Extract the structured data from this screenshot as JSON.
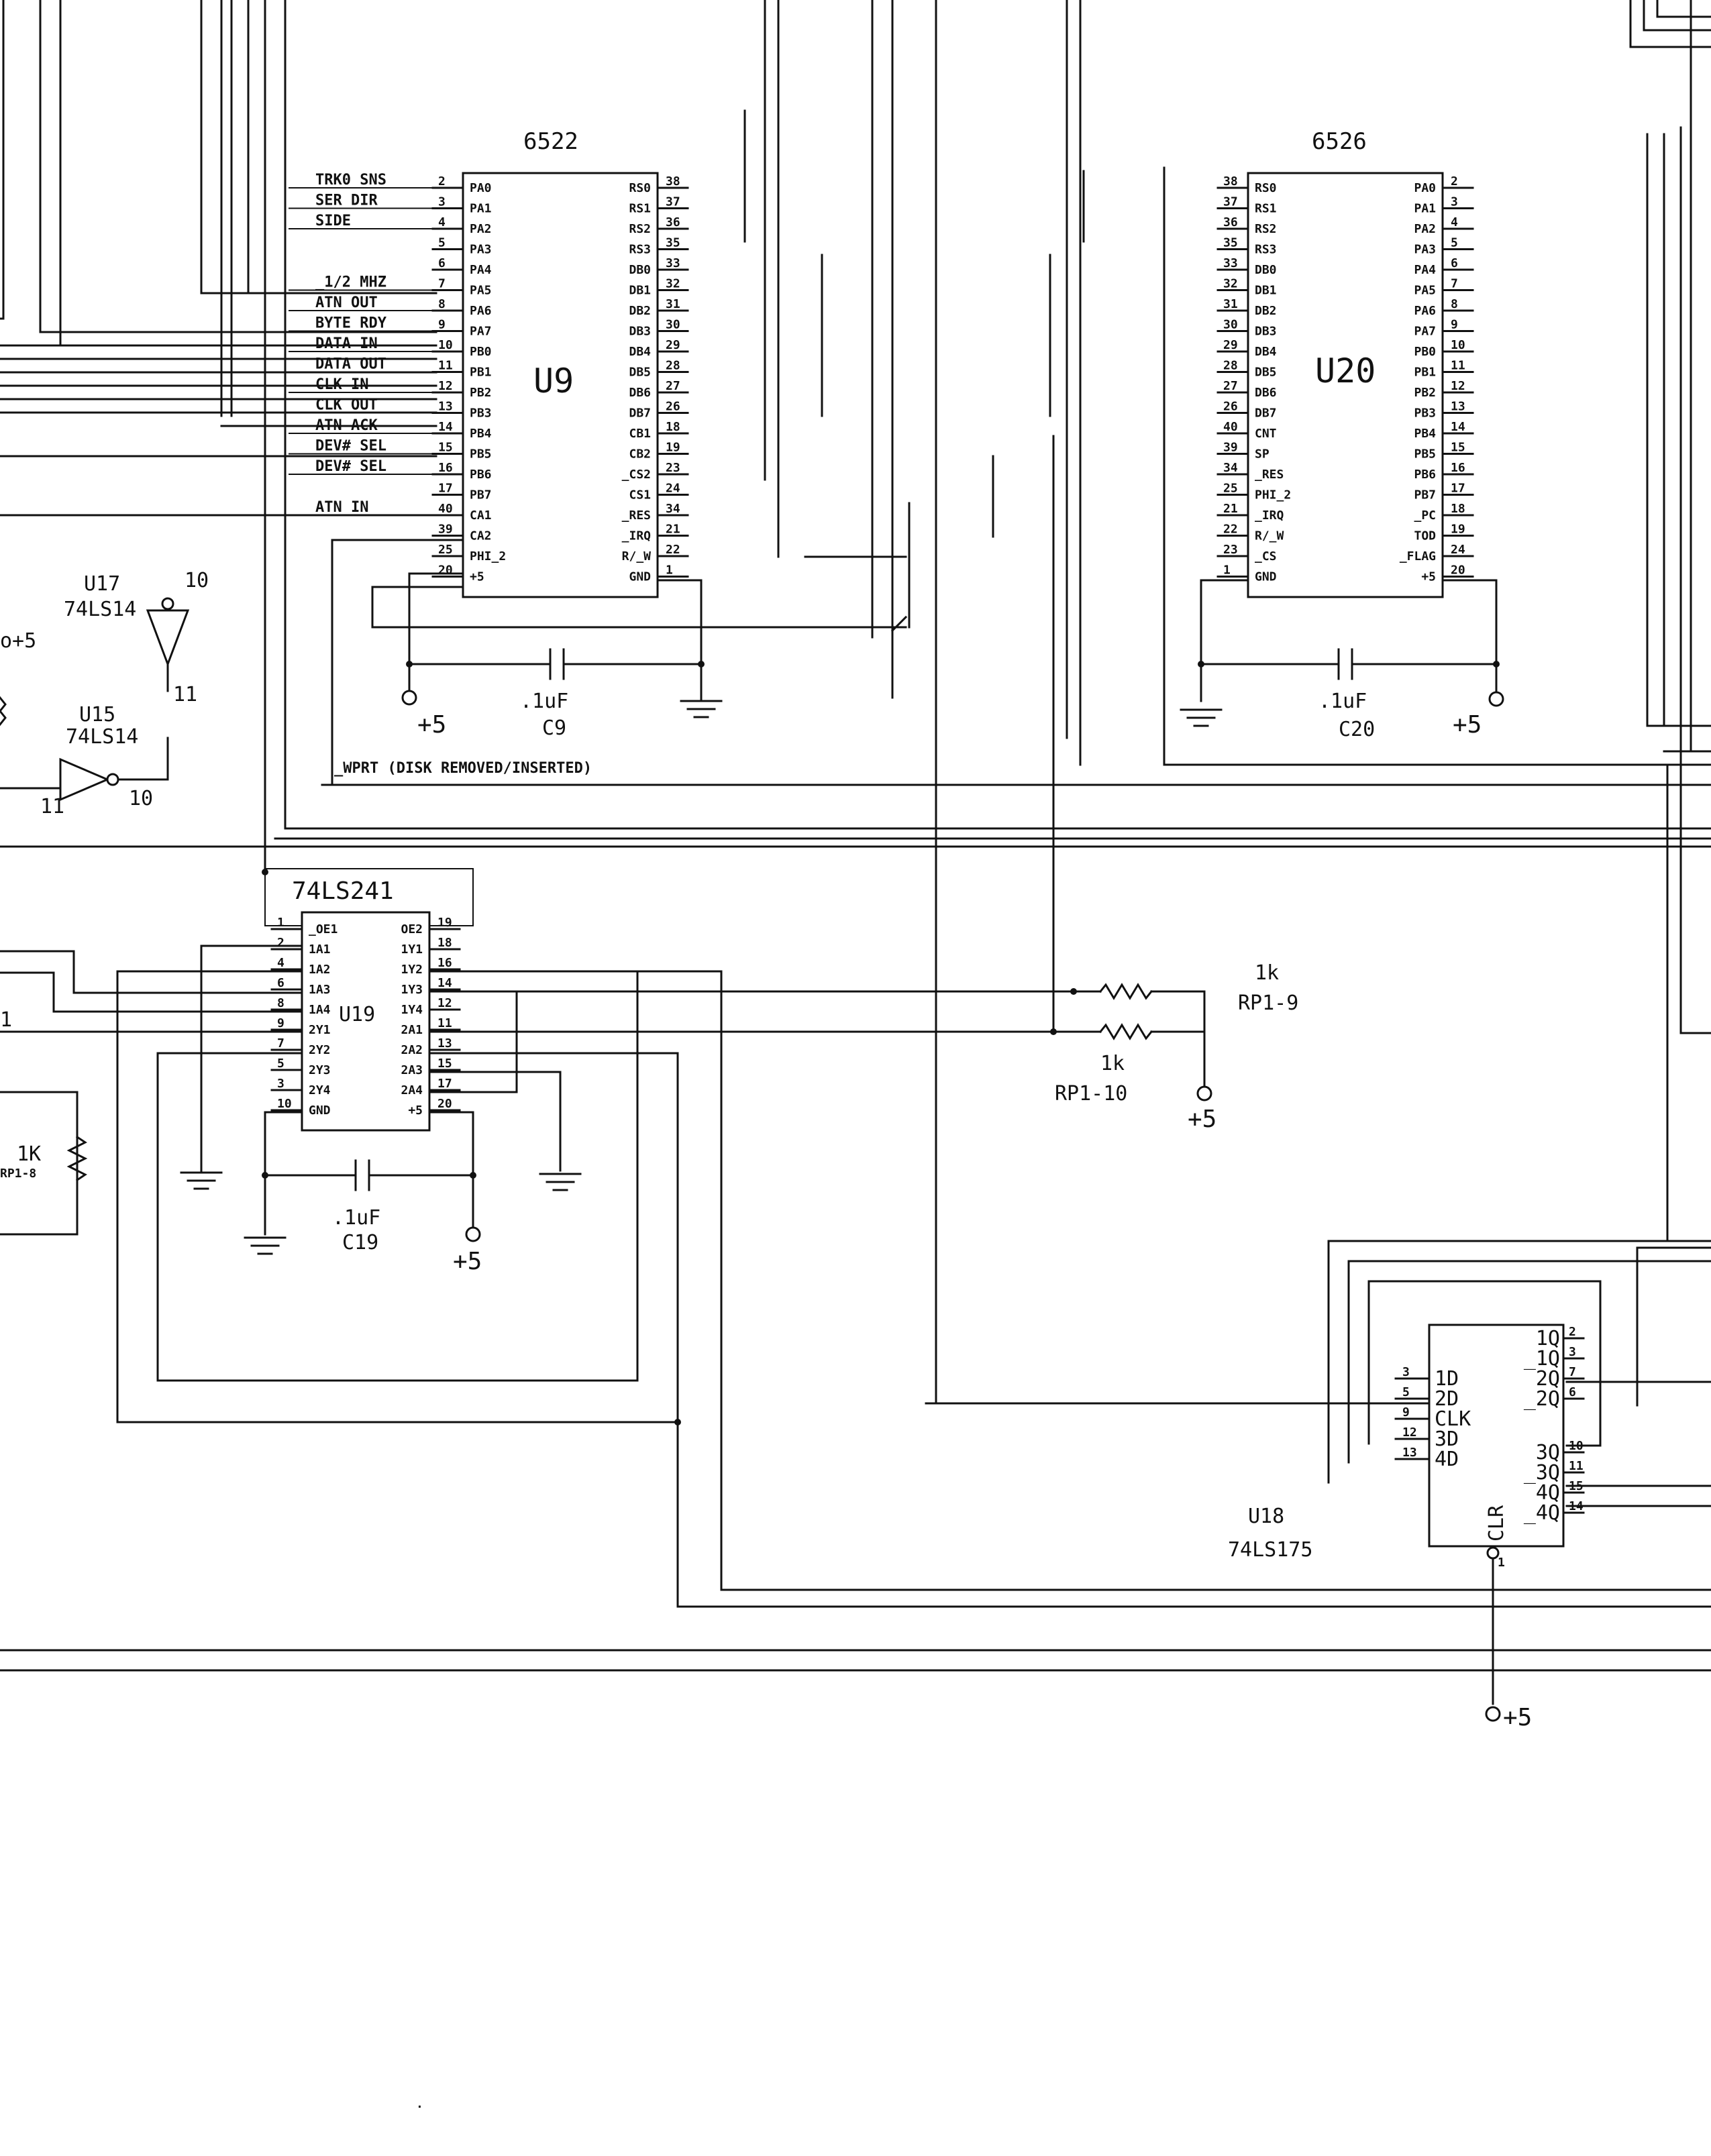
{
  "u9": {
    "part": "6522",
    "ref": "U9",
    "left_pins": [
      "PA0",
      "PA1",
      "PA2",
      "PA3",
      "PA4",
      "PA5",
      "PA6",
      "PA7",
      "PB0",
      "PB1",
      "PB2",
      "PB3",
      "PB4",
      "PB5",
      "PB6",
      "PB7",
      "CA1",
      "CA2",
      "PHI_2",
      "+5"
    ],
    "left_nums": [
      "2",
      "3",
      "4",
      "5",
      "6",
      "7",
      "8",
      "9",
      "10",
      "11",
      "12",
      "13",
      "14",
      "15",
      "16",
      "17",
      "40",
      "39",
      "25",
      "20"
    ],
    "right_pins": [
      "RS0",
      "RS1",
      "RS2",
      "RS3",
      "DB0",
      "DB1",
      "DB2",
      "DB3",
      "DB4",
      "DB5",
      "DB6",
      "DB7",
      "CB1",
      "CB2",
      "_CS2",
      "CS1",
      "_RES",
      "_IRQ",
      "R/_W",
      "GND"
    ],
    "right_nums": [
      "38",
      "37",
      "36",
      "35",
      "33",
      "32",
      "31",
      "30",
      "29",
      "28",
      "27",
      "26",
      "18",
      "19",
      "23",
      "24",
      "34",
      "21",
      "22",
      "1"
    ],
    "nets": [
      "TRK0 SNS",
      "SER DIR",
      "SIDE",
      "",
      "",
      "_1/2 MHZ",
      "ATN OUT",
      "BYTE RDY",
      "DATA IN",
      "DATA OUT",
      "CLK IN",
      "CLK OUT",
      "ATN ACK",
      "DEV# SEL",
      "DEV# SEL",
      "",
      "ATN IN",
      "",
      "",
      ""
    ]
  },
  "u20": {
    "part": "6526",
    "ref": "U20",
    "left_pins": [
      "RS0",
      "RS1",
      "RS2",
      "RS3",
      "DB0",
      "DB1",
      "DB2",
      "DB3",
      "DB4",
      "DB5",
      "DB6",
      "DB7",
      "CNT",
      "SP",
      "_RES",
      "PHI_2",
      "_IRQ",
      "R/_W",
      "_CS",
      "GND"
    ],
    "left_nums": [
      "38",
      "37",
      "36",
      "35",
      "33",
      "32",
      "31",
      "30",
      "29",
      "28",
      "27",
      "26",
      "40",
      "39",
      "34",
      "25",
      "21",
      "22",
      "23",
      "1"
    ],
    "right_pins": [
      "PA0",
      "PA1",
      "PA2",
      "PA3",
      "PA4",
      "PA5",
      "PA6",
      "PA7",
      "PB0",
      "PB1",
      "PB2",
      "PB3",
      "PB4",
      "PB5",
      "PB6",
      "PB7",
      "_PC",
      "TOD",
      "_FLAG",
      "+5"
    ],
    "right_nums": [
      "2",
      "3",
      "4",
      "5",
      "6",
      "7",
      "8",
      "9",
      "10",
      "11",
      "12",
      "13",
      "14",
      "15",
      "16",
      "17",
      "18",
      "19",
      "24",
      "20"
    ]
  },
  "u19": {
    "part": "74LS241",
    "ref": "U19",
    "left_pins": [
      "_OE1",
      "1A1",
      "1A2",
      "1A3",
      "1A4",
      "2Y1",
      "2Y2",
      "2Y3",
      "2Y4",
      "GND"
    ],
    "left_nums": [
      "1",
      "2",
      "4",
      "6",
      "8",
      "9",
      "7",
      "5",
      "3",
      "10"
    ],
    "right_pins": [
      "OE2",
      "1Y1",
      "1Y2",
      "1Y3",
      "1Y4",
      "2A1",
      "2A2",
      "2A3",
      "2A4",
      "+5"
    ],
    "right_nums": [
      "19",
      "18",
      "16",
      "14",
      "12",
      "11",
      "13",
      "15",
      "17",
      "20"
    ]
  },
  "u18": {
    "ref": "U18",
    "part": "74LS175",
    "left_pins": [
      "1D",
      "2D",
      "CLK",
      "3D",
      "4D"
    ],
    "left_nums": [
      "3",
      "5",
      "9",
      "12",
      "13"
    ],
    "right_pins": [
      "1Q",
      "_1Q",
      "2Q",
      "_2Q",
      "3Q",
      "_3Q",
      "4Q",
      "_4Q"
    ],
    "right_nums": [
      "2",
      "3",
      "7",
      "6",
      "10",
      "11",
      "15",
      "14"
    ],
    "clr_label": "CLR",
    "clr_pin": "1"
  },
  "u17": {
    "ref": "U17",
    "part": "74LS14",
    "pin_in": "10",
    "pin_out": "11"
  },
  "u15": {
    "ref": "U15",
    "part": "74LS14",
    "pin_in": "11",
    "pin_out": "10"
  },
  "caps": {
    "c9": {
      "value": ".1uF",
      "ref": "C9"
    },
    "c20": {
      "value": ".1uF",
      "ref": "C20"
    },
    "c19": {
      "value": ".1uF",
      "ref": "C19"
    }
  },
  "resistors": {
    "rp1_9": {
      "value": "1k",
      "ref": "RP1-9"
    },
    "rp1_10": {
      "value": "1k",
      "ref": "RP1-10"
    },
    "rp1_8": {
      "value": "1K",
      "ref": "RP1-8"
    }
  },
  "supply": {
    "plus5": "+5",
    "plus5_dot": "o+5"
  },
  "notes": {
    "wprt": "_WPRT (DISK REMOVED/INSERTED)",
    "misc_left": "1"
  }
}
